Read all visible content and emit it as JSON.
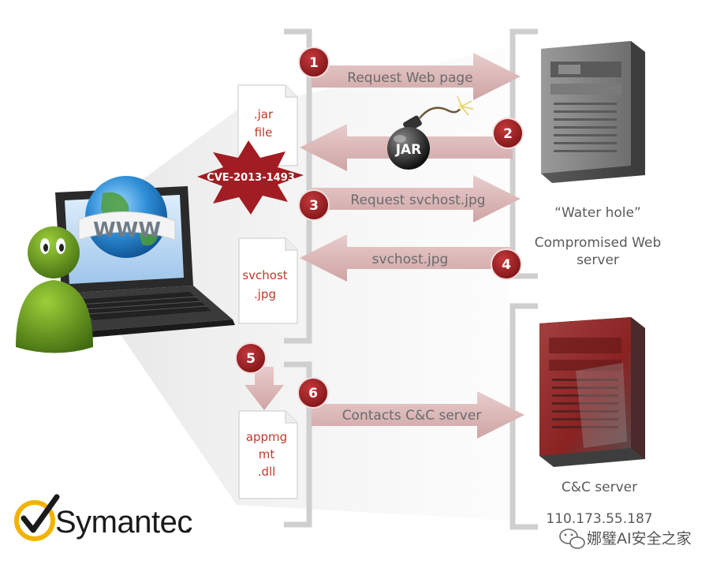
{
  "steps": {
    "s1": {
      "number": "1",
      "label": "Request Web page"
    },
    "s2": {
      "number": "2",
      "label": "JAR"
    },
    "s3": {
      "number": "3",
      "label": "Request svchost.jpg"
    },
    "s4": {
      "number": "4",
      "label": "svchost.jpg"
    },
    "s5": {
      "number": "5"
    },
    "s6": {
      "number": "6",
      "label": "Contacts C&C server"
    }
  },
  "files": {
    "jar": {
      "line1": ".jar",
      "line2": "file"
    },
    "svchost": {
      "line1": "svchost",
      "line2": ".jpg"
    },
    "appmgmt": {
      "line1": "appmg",
      "line2": "mt",
      "line3": ".dll"
    }
  },
  "exploit_label": "CVE-2013-1493",
  "client": {
    "globe_text": "WWW"
  },
  "web_server": {
    "quote": "“Water hole”",
    "line1": "Compromised  Web",
    "line2": "server"
  },
  "cc_server": {
    "label": "C&C server",
    "ip": "110.173.55.187"
  },
  "brand": {
    "name": "Symantec",
    "suffix": "."
  },
  "watermark": "娜璧AI安全之家",
  "colors": {
    "step_badge": "#9b1c1f",
    "arrow": "#dcb8b8",
    "file_text": "#c0392b",
    "starburst": "#a11d23",
    "logo_check": "#f2b300"
  }
}
